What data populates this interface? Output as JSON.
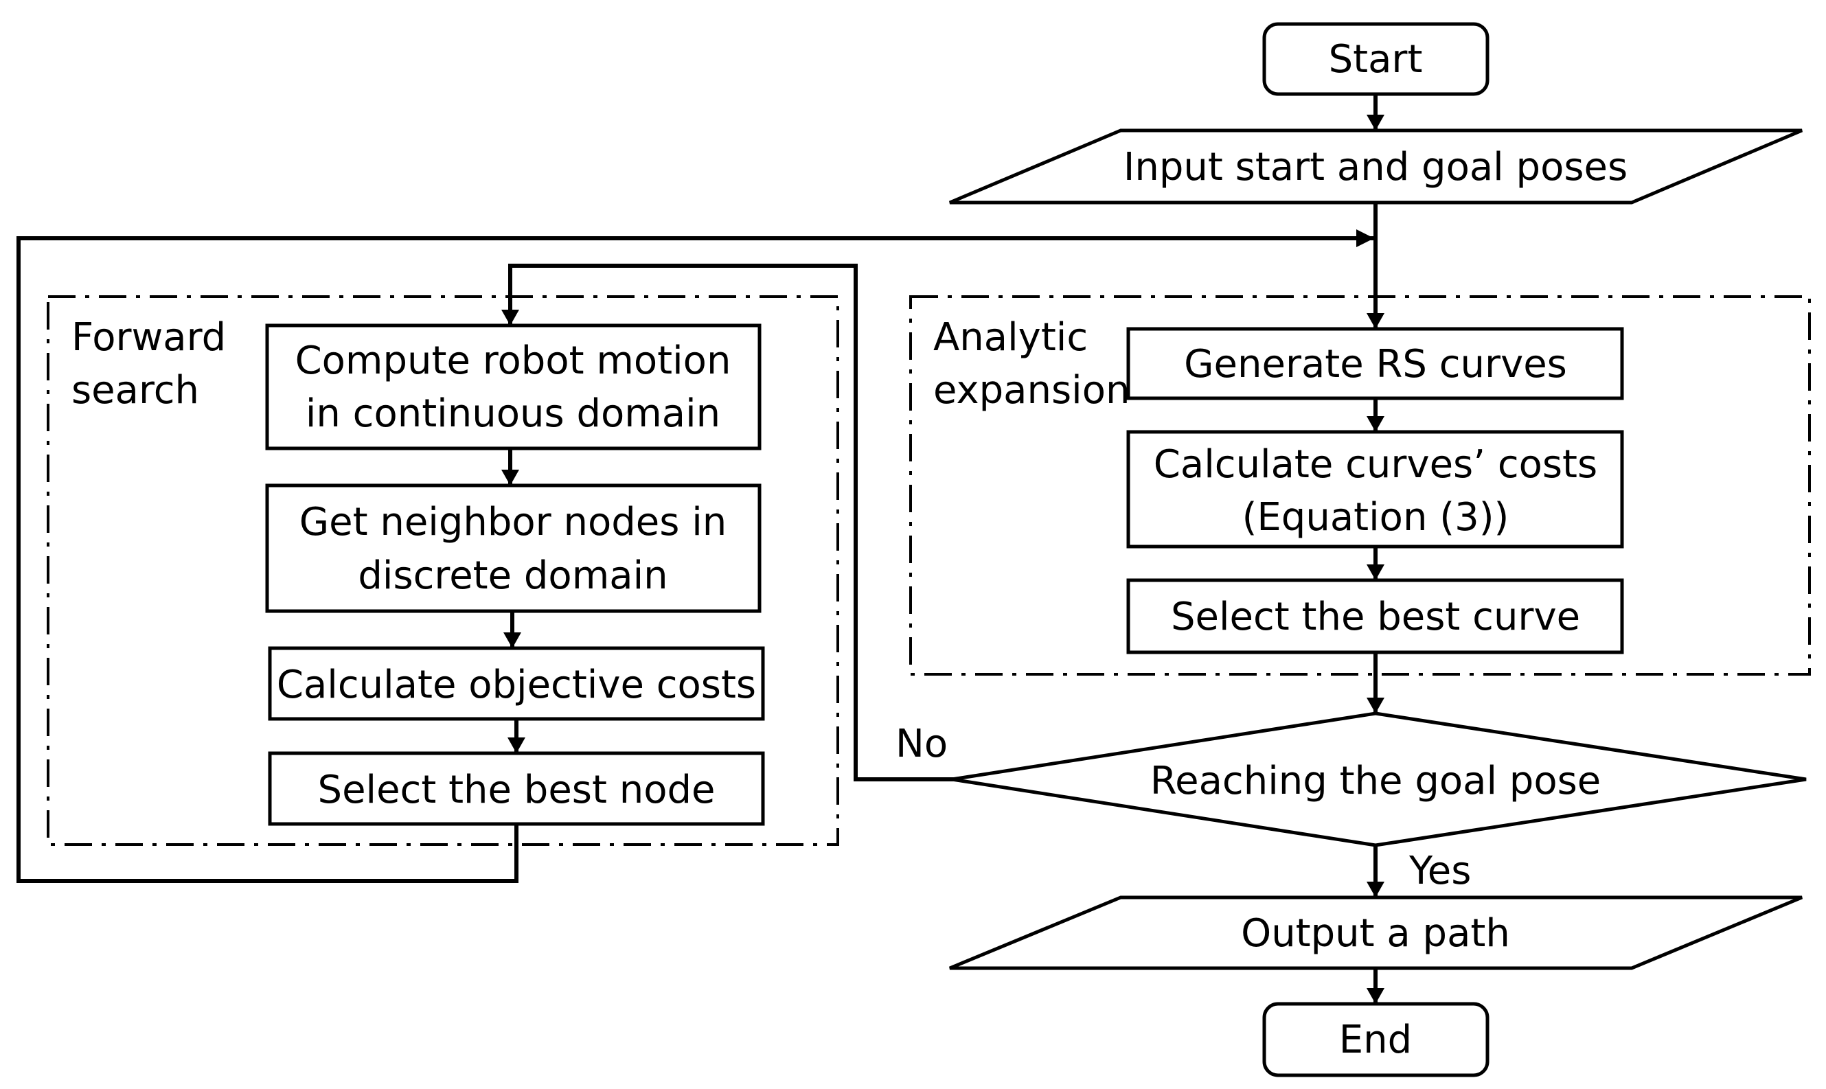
{
  "nodes": {
    "start": "Start",
    "input": "Input start and goal poses",
    "fs_motion": [
      "Compute robot motion",
      "in continuous domain"
    ],
    "fs_neighbors": [
      "Get neighbor nodes in",
      "discrete domain"
    ],
    "fs_costs": "Calculate objective costs",
    "fs_best": "Select the best node",
    "ae_generate": "Generate RS curves",
    "ae_costs": [
      "Calculate curves’ costs",
      "(Equation (3))"
    ],
    "ae_best": "Select the best curve",
    "decision": "Reaching the goal pose",
    "output": "Output a path",
    "end": "End"
  },
  "groups": {
    "forward_search": [
      "Forward",
      "search"
    ],
    "analytic_expansion": [
      "Analytic",
      "expansion"
    ]
  },
  "edge_labels": {
    "no": "No",
    "yes": "Yes"
  }
}
